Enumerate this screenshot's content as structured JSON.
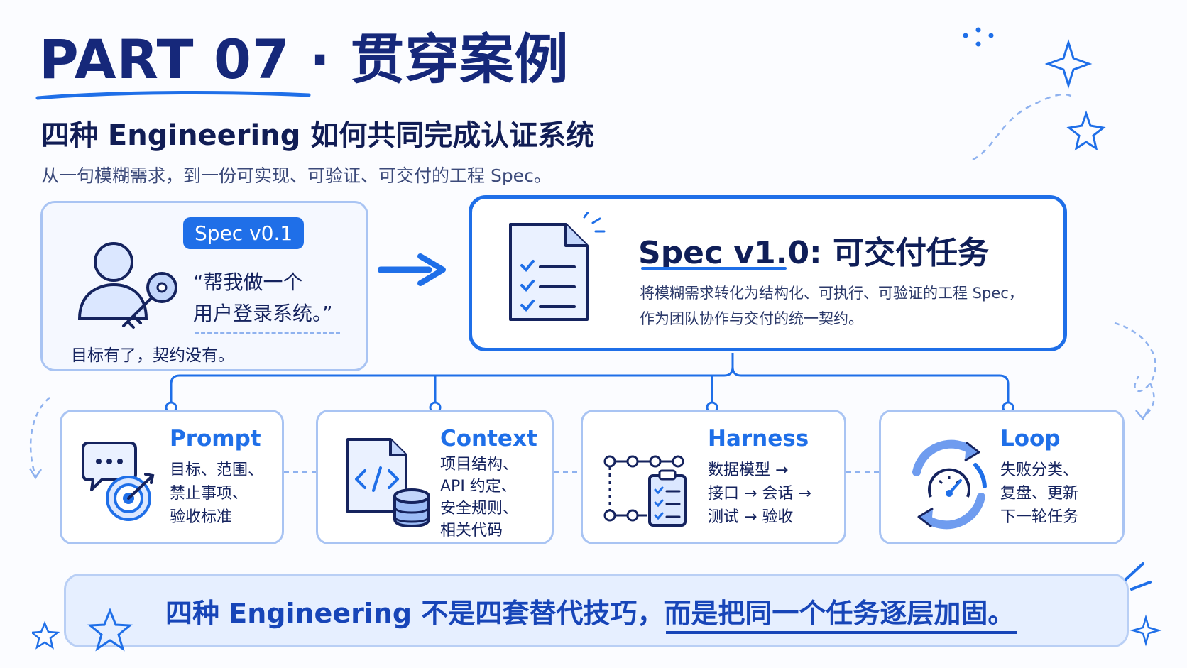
{
  "header": {
    "title": "PART 07 · 贯穿案例",
    "subtitle": "四种 Engineering 如何共同完成认证系统",
    "tagline": "从一句模糊需求，到一份可实现、可验证、可交付的工程 Spec。"
  },
  "start_card": {
    "badge": "Spec v0.1",
    "quote_line1": "“帮我做一个",
    "quote_line2": "用户登录系统。”",
    "note": "目标有了，契约没有。"
  },
  "spec_card": {
    "title": "Spec v1.0: 可交付任务",
    "desc_line1": "将模糊需求转化为结构化、可执行、可验证的工程 Spec，",
    "desc_line2": "作为团队协作与交付的统一契约。"
  },
  "pillars": [
    {
      "title": "Prompt",
      "line1": "目标、范围、",
      "line2": "禁止事项、",
      "line3": "验收标准",
      "line4": ""
    },
    {
      "title": "Context",
      "line1": "项目结构、",
      "line2": "API 约定、",
      "line3": "安全规则、",
      "line4": "相关代码"
    },
    {
      "title": "Harness",
      "line1": "数据模型 →",
      "line2": "接口 → 会话 →",
      "line3": "测试 → 验收",
      "line4": ""
    },
    {
      "title": "Loop",
      "line1": "失败分类、",
      "line2": "复盘、更新",
      "line3": "下一轮任务",
      "line4": ""
    }
  ],
  "banner": {
    "part1": "四种 Engineering 不是四套替代技巧，",
    "part2": "而是把同一个任务逐层加固。"
  },
  "colors": {
    "accent": "#1f6fe8",
    "title": "#16287a",
    "border": "#a9c4f3"
  }
}
